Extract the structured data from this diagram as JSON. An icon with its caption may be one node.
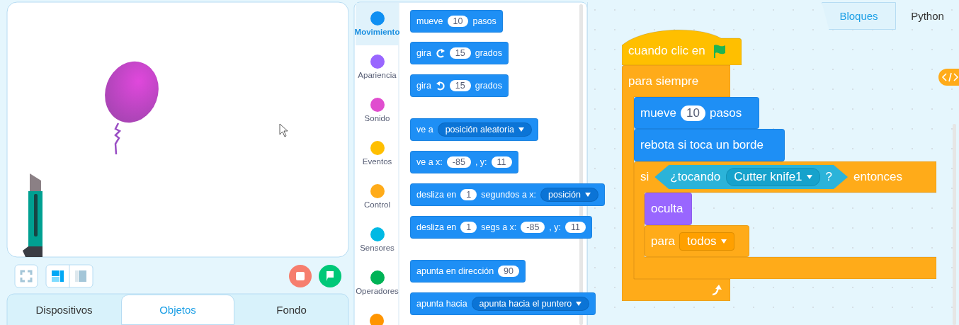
{
  "diagram": {
    "nodes": [
      {
        "text": [
          "Movimiento"
        ]
      },
      {
        "text": [
          "Apariencia"
        ]
      },
      {
        "text": [
          "Sonido"
        ]
      },
      {
        "text": [
          "Eventos"
        ]
      },
      {
        "text": [
          "Control"
        ]
      },
      {
        "text": [
          "Sensores"
        ]
      },
      {
        "text": [
          "Operadores"
        ]
      },
      {
        "text": [],
        "shape": "circle"
      },
      {
        "text": [
          "mueve",
          "10",
          "pasos"
        ]
      },
      {
        "text": [
          "gira",
          "15",
          "grados"
        ]
      },
      {
        "text": [
          "gira",
          "15",
          "grados"
        ]
      },
      {
        "text": [
          "ve a",
          "posición aleatoria"
        ]
      },
      {
        "text": [
          "ve a x:",
          "-85",
          ", y:",
          "11"
        ]
      },
      {
        "text": [
          "desliza en",
          "1",
          "segundos a x:",
          "posición"
        ]
      },
      {
        "text": [
          "desliza en",
          "1",
          "segs a x:",
          "-85",
          ", y:",
          "11"
        ]
      },
      {
        "text": [
          "apunta en dirección",
          "90"
        ]
      },
      {
        "text": [
          "apunta hacia",
          "apunta hacia el puntero"
        ]
      },
      {
        "text": [
          "cuando clic en"
        ]
      },
      {
        "text": [
          "para siempre"
        ]
      },
      {
        "text": [
          "mueve",
          "10",
          "pasos"
        ]
      },
      {
        "text": [
          "rebota si toca un borde"
        ]
      },
      {
        "text": [
          "si",
          "¿tocando",
          "Cutter knife1",
          "?",
          "entonces"
        ]
      },
      {
        "text": [
          "oculta"
        ],
        "in": 21
      },
      {
        "text": [
          "para",
          "todos"
        ],
        "in": 21
      },
      {
        "text": [
          "Dispositivos"
        ]
      },
      {
        "text": [
          "Objetos"
        ]
      },
      {
        "text": [
          "Fondo"
        ]
      },
      {
        "text": [
          "Bloques"
        ]
      },
      {
        "text": [
          "Python"
        ]
      }
    ]
  }
}
